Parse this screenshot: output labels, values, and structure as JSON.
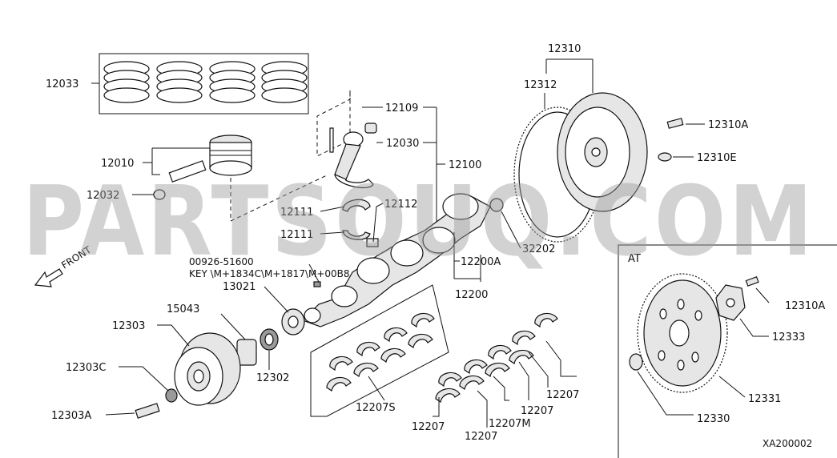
{
  "watermark": "PARTSOUQ.COM",
  "front_label": "FRONT",
  "at_label": "AT",
  "diagram_code": "XA200002",
  "labels": {
    "p12033": "12033",
    "p12010": "12010",
    "p12032": "12032",
    "p12109": "12109",
    "p12030": "12030",
    "p12100": "12100",
    "p12111a": "12111",
    "p12111b": "12111",
    "p12112": "12112",
    "p00926": "00926-51600",
    "key": "KEY \\M+1834C\\M+1817\\M+00B8",
    "p13021": "13021",
    "p15043": "15043",
    "p12303": "12303",
    "p12303c": "12303C",
    "p12303a": "12303A",
    "p12302": "12302",
    "p12200a": "12200A",
    "p12200": "12200",
    "p32202": "32202",
    "p12310": "12310",
    "p12312": "12312",
    "p12310a": "12310A",
    "p12310e": "12310E",
    "p12207s": "12207S",
    "p12207a": "12207",
    "p12207b": "12207",
    "p12207c": "12207",
    "p12207m": "12207M",
    "p12207d": "12207",
    "p12310a_at": "12310A",
    "p12333": "12333",
    "p12331": "12331",
    "p12330": "12330"
  }
}
